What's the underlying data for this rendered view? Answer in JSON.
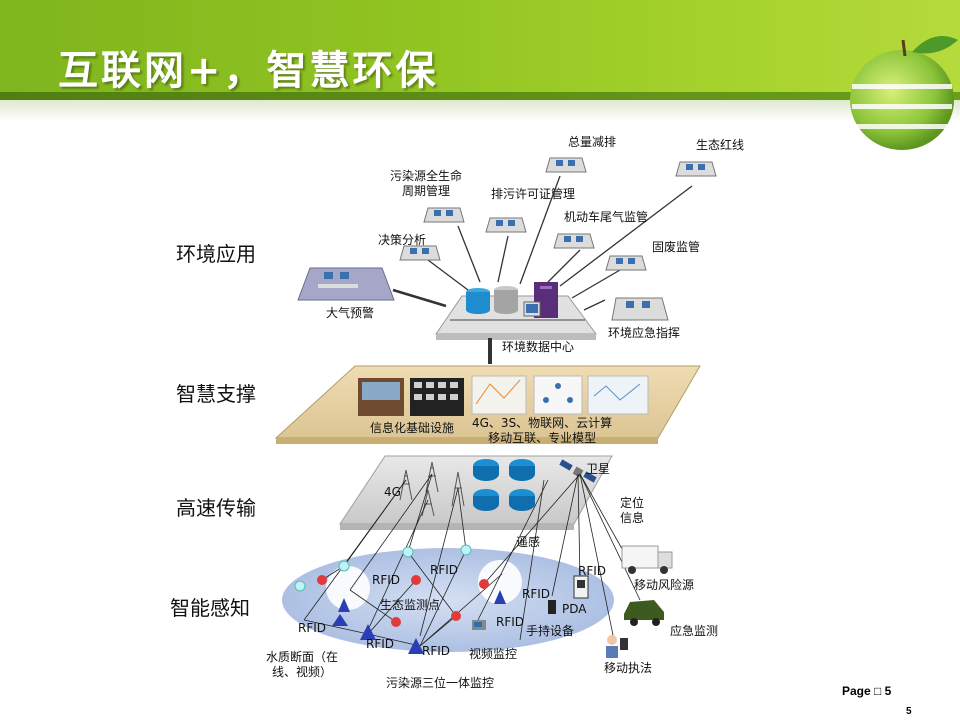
{
  "slide": {
    "title": "互联网+，智慧环保",
    "footer_page": "Page □ 5",
    "footer_number": "5"
  },
  "layers": [
    {
      "id": "application",
      "label": "环境应用"
    },
    {
      "id": "support",
      "label": "智慧支撑"
    },
    {
      "id": "transmission",
      "label": "高速传输"
    },
    {
      "id": "sensing",
      "label": "智能感知"
    }
  ],
  "application": {
    "data_center": "环境数据中心",
    "apps": [
      {
        "id": "total-reduction",
        "label": "总量减排"
      },
      {
        "id": "ecological-redline",
        "label": "生态红线"
      },
      {
        "id": "pollution-lifecycle",
        "label": "污染源全生命\n周期管理"
      },
      {
        "id": "discharge-permit",
        "label": "排污许可证管理"
      },
      {
        "id": "vehicle-exhaust",
        "label": "机动车尾气监管"
      },
      {
        "id": "decision-analysis",
        "label": "决策分析"
      },
      {
        "id": "solid-waste",
        "label": "固废监管"
      },
      {
        "id": "air-warning",
        "label": "大气预警"
      },
      {
        "id": "emergency-command",
        "label": "环境应急指挥"
      }
    ]
  },
  "support": {
    "infrastructure": "信息化基础设施",
    "technologies": "4G、3S、物联网、云计算\n移动互联、专业模型"
  },
  "transmission": {
    "label_4g": "4G",
    "satellite": "卫星",
    "positioning": "定位\n信息",
    "remote_sensing": "遥感"
  },
  "sensing": {
    "rfid": "RFID",
    "ecological_point": "生态监测点",
    "pda": "PDA",
    "handheld": "手持设备",
    "water_section": "水质断面（在\n线、视频）",
    "video_monitor": "视频监控",
    "pollution_monitor": "污染源三位一体监控",
    "mobile_risk": "移动风险源",
    "emergency_monitor": "应急监测",
    "mobile_enforcement": "移动执法"
  }
}
